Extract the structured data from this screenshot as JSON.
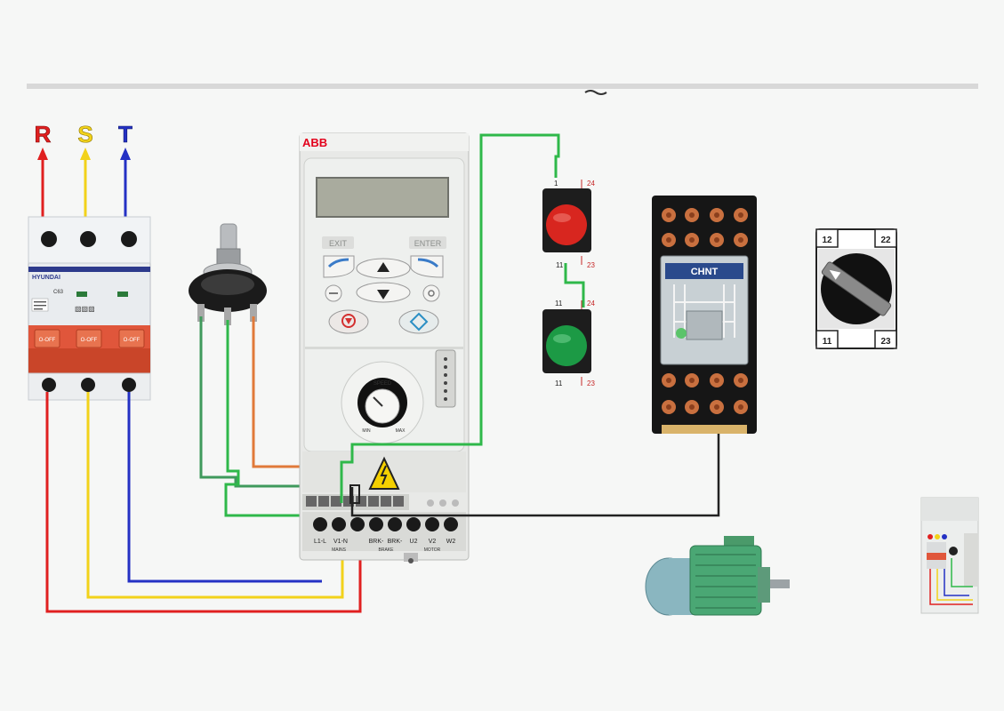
{
  "phases": [
    {
      "label": "R",
      "color": "#e02020"
    },
    {
      "label": "S",
      "color": "#f2d21a"
    },
    {
      "label": "T",
      "color": "#2431c4"
    }
  ],
  "breaker": {
    "brand": "HYUNDAI",
    "model": "C63",
    "switch_labels": [
      "O-OFF",
      "O-OFF",
      "O-OFF"
    ]
  },
  "drive": {
    "brand": "ABB",
    "left_key_label": "EXIT",
    "right_key_label": "ENTER",
    "speed_label": "SPEED",
    "min_label": "MIN",
    "max_label": "MAX",
    "terminals": [
      "L1-L",
      "V1-N",
      "",
      "BRK-",
      "BRK-",
      "U2",
      "V2",
      "W2"
    ],
    "group_labels": [
      "MAINS",
      "BRAKE",
      "MOTOR"
    ]
  },
  "pushbuttons": [
    {
      "name": "stop",
      "color": "#d8261f",
      "top_left": "1",
      "top_right": "24",
      "bottom_left": "11",
      "bottom_right": "23"
    },
    {
      "name": "start",
      "color": "#1c9a45",
      "top_left": "11",
      "top_right": "24",
      "bottom_left": "11",
      "bottom_right": "23"
    }
  ],
  "relay": {
    "brand": "CHNT"
  },
  "selector_switch": {
    "tl": "12",
    "tr": "22",
    "bl": "11",
    "br": "23"
  },
  "wire_colors": {
    "red": "#e02020",
    "yellow": "#f2d21a",
    "blue": "#2431c4",
    "green": "#2fb84a",
    "darkgreen": "#3f9a5c",
    "orange": "#e07a3a",
    "black": "#222222"
  }
}
